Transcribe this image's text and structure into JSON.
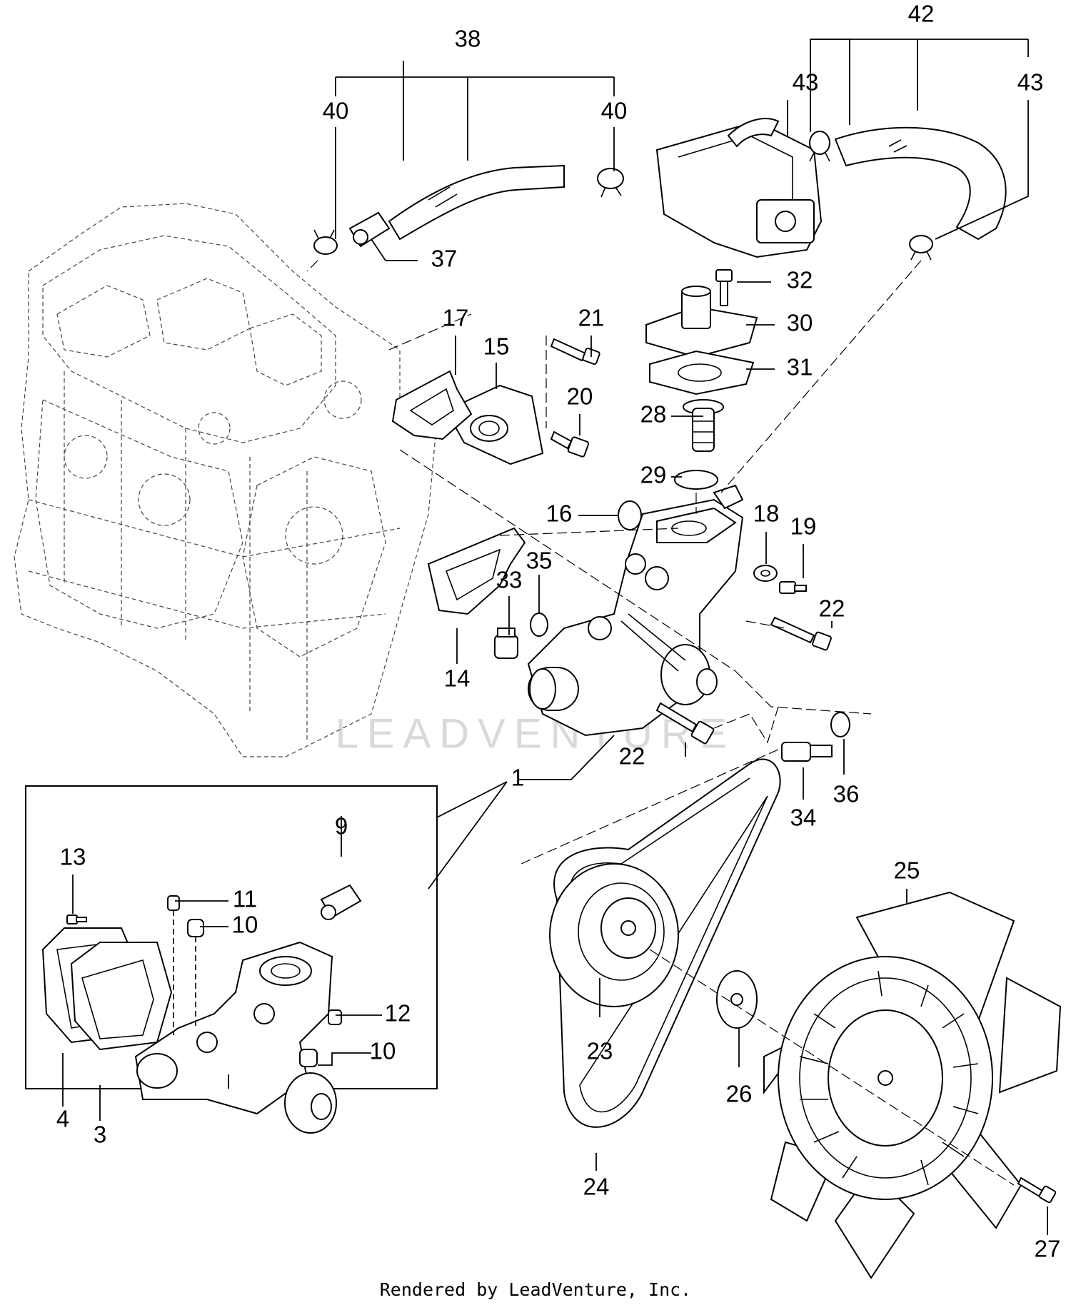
{
  "diagram": {
    "callouts": {
      "c1": "1",
      "c3": "3",
      "c4": "4",
      "c9": "9",
      "c10a": "10",
      "c10b": "10",
      "c11": "11",
      "c12": "12",
      "c13": "13",
      "c14": "14",
      "c15": "15",
      "c16": "16",
      "c17": "17",
      "c18": "18",
      "c19": "19",
      "c20": "20",
      "c21": "21",
      "c22a": "22",
      "c22b": "22",
      "c23": "23",
      "c24": "24",
      "c25": "25",
      "c26": "26",
      "c27": "27",
      "c28": "28",
      "c29": "29",
      "c30": "30",
      "c31": "31",
      "c32": "32",
      "c33": "33",
      "c34": "34",
      "c35": "35",
      "c36": "36",
      "c37": "37",
      "c38": "38",
      "c40a": "40",
      "c40b": "40",
      "c42": "42",
      "c43a": "43",
      "c43b": "43"
    },
    "watermark": "LEADVENTURE",
    "footer": "Rendered by LeadVenture, Inc."
  }
}
